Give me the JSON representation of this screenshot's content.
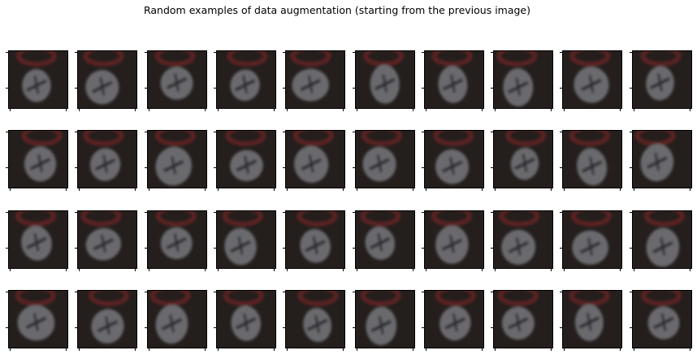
{
  "figure": {
    "title": "Random examples of data augmentation (starting from the previous image)",
    "rows": 4,
    "cols": 10,
    "colors": {
      "background": "#241f1d",
      "ring": "#5a2024",
      "disc": "#6a6a6e",
      "shadow": "#2b2b30"
    }
  }
}
